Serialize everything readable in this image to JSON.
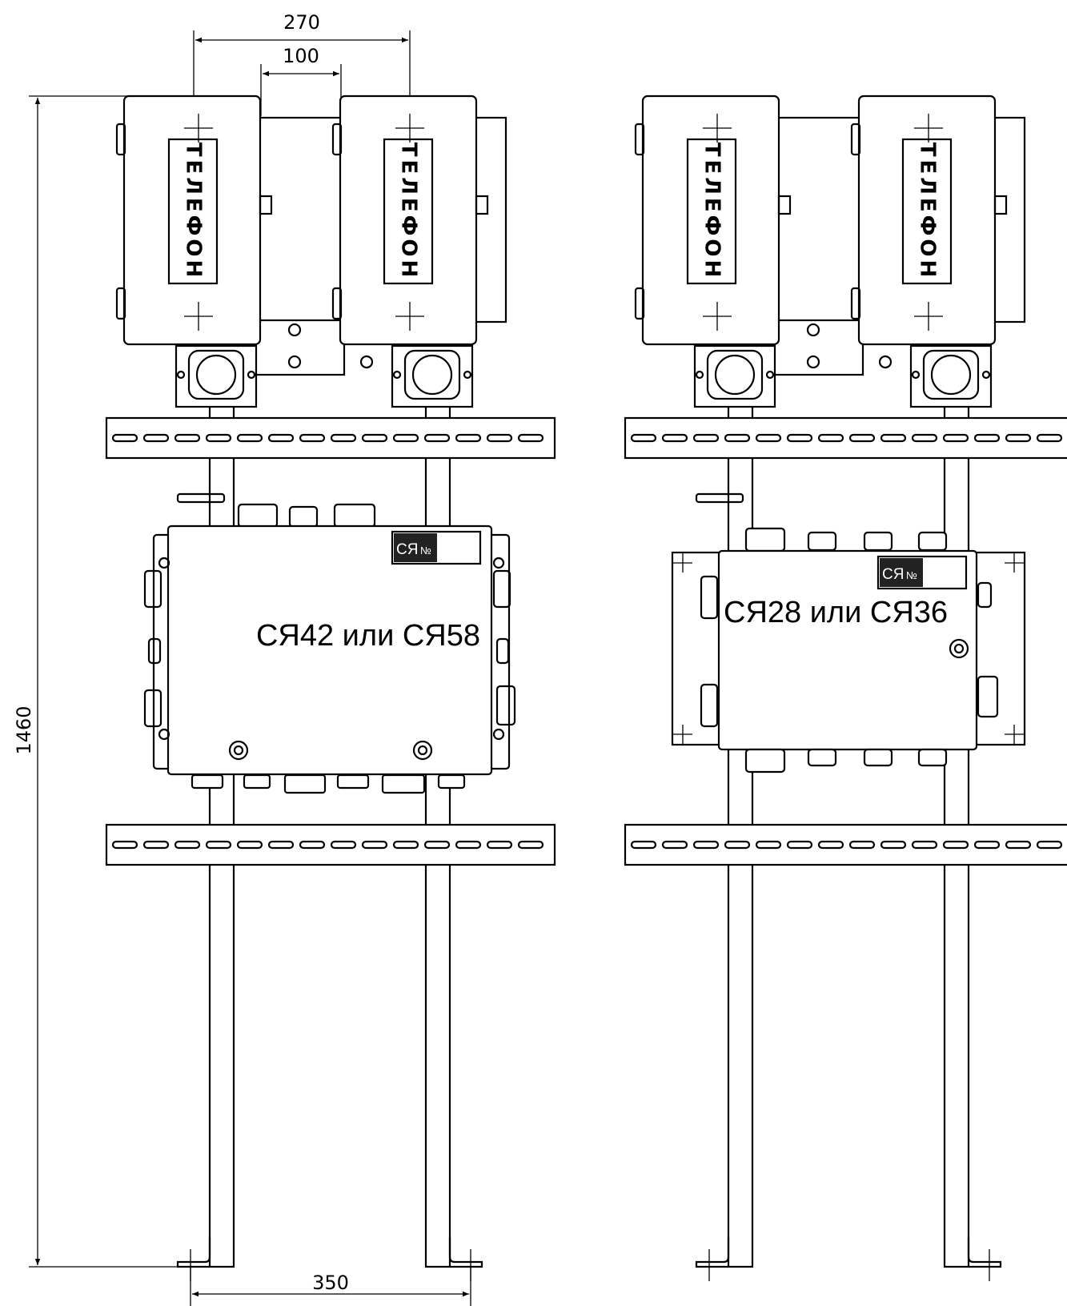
{
  "dimensions": {
    "width_270": "270",
    "width_100": "100",
    "height_1460": "1460",
    "base_350": "350"
  },
  "left_assembly": {
    "phone_label": "ТЕЛЕФОН",
    "box_label": "СЯ42 или СЯ58",
    "plate_label": "СЯ",
    "plate_no": "№"
  },
  "right_assembly": {
    "phone_label": "ТЕЛЕФОН",
    "box_label": "СЯ28 или СЯ36",
    "plate_label": "СЯ",
    "plate_no": "№"
  }
}
